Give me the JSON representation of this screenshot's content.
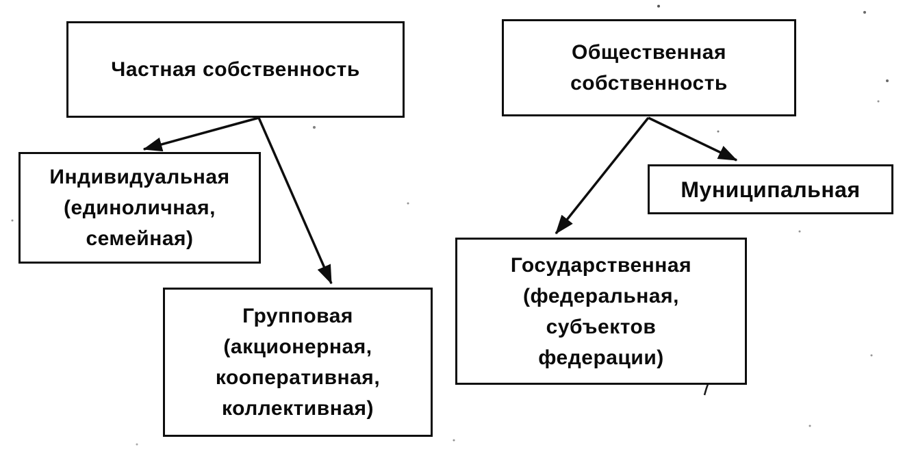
{
  "diagram": {
    "language": "ru",
    "ink_color": "#0e0e0e",
    "background_color": "#ffffff",
    "nodes": {
      "private": {
        "label": "Частная собственность"
      },
      "public": {
        "label": "Общественная\nсобственность"
      },
      "individual": {
        "label": "Индивидуальная\n(единоличная,\nсемейная)"
      },
      "group": {
        "label": "Групповая\n(акционерная,\nкооперативная,\nколлективная)"
      },
      "municipal": {
        "label": "Муниципальная"
      },
      "state": {
        "label": "Государственная\n(федеральная,\nсубъектов\nфедерации)"
      }
    },
    "edges": [
      {
        "from": "private",
        "to": "individual"
      },
      {
        "from": "private",
        "to": "group"
      },
      {
        "from": "public",
        "to": "state"
      },
      {
        "from": "public",
        "to": "municipal"
      }
    ]
  }
}
